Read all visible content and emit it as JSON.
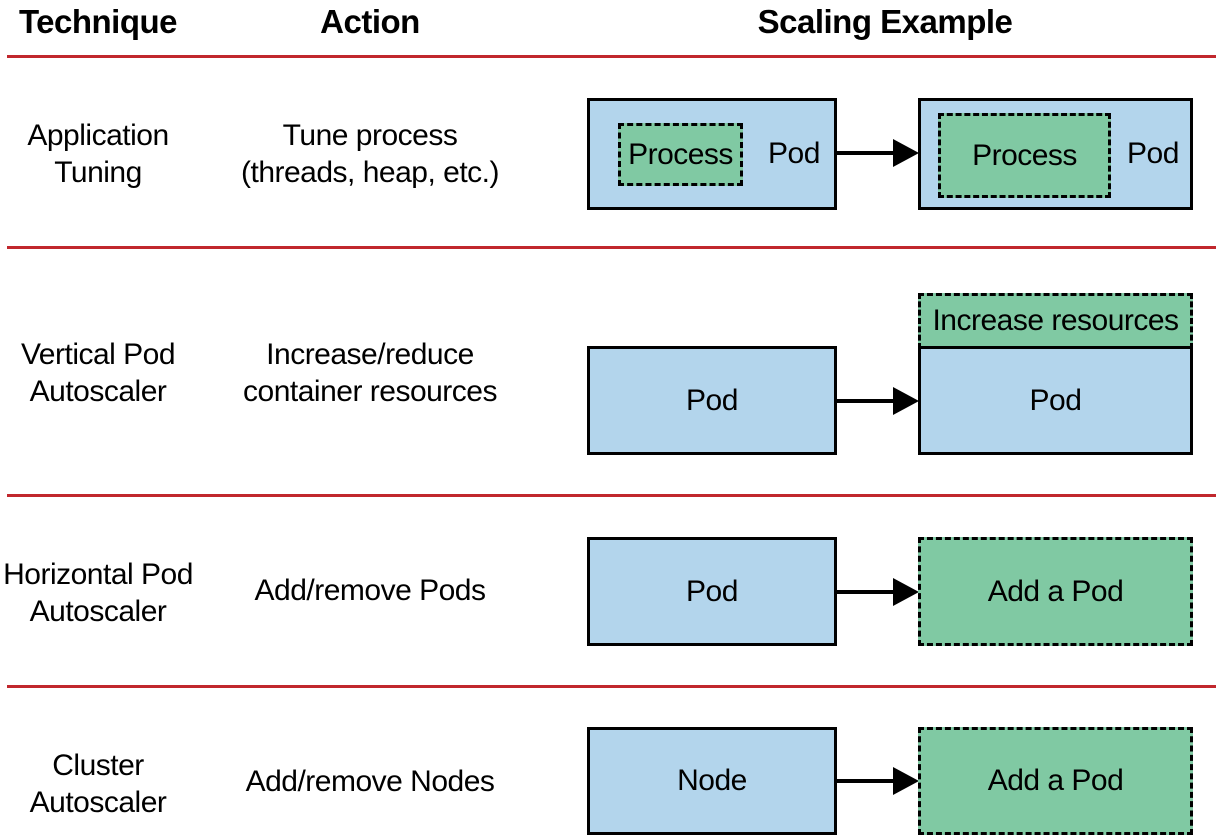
{
  "headers": {
    "technique": "Technique",
    "action": "Action",
    "example": "Scaling Example"
  },
  "rows": [
    {
      "technique_lines": [
        "Application",
        "Tuning"
      ],
      "action_lines": [
        "Tune process",
        "(threads, heap, etc.)"
      ],
      "example": {
        "from_inner": "Process",
        "from_outer": "Pod",
        "to_inner": "Process",
        "to_outer": "Pod"
      }
    },
    {
      "technique_lines": [
        "Vertical Pod",
        "Autoscaler"
      ],
      "action_lines": [
        "Increase/reduce",
        "container resources"
      ],
      "example": {
        "from": "Pod",
        "to_extra": "Increase resources",
        "to": "Pod"
      }
    },
    {
      "technique_lines": [
        "Horizontal Pod",
        "Autoscaler"
      ],
      "action_lines": [
        "Add/remove Pods"
      ],
      "example": {
        "from": "Pod",
        "to": "Add a Pod"
      }
    },
    {
      "technique_lines": [
        "Cluster",
        "Autoscaler"
      ],
      "action_lines": [
        "Add/remove Nodes"
      ],
      "example": {
        "from": "Node",
        "to": "Add a Pod"
      }
    }
  ],
  "colors": {
    "rule": "#c1272d",
    "existing_box": "#b3d5ec",
    "new_box": "#80c9a3",
    "stroke": "#000000"
  }
}
